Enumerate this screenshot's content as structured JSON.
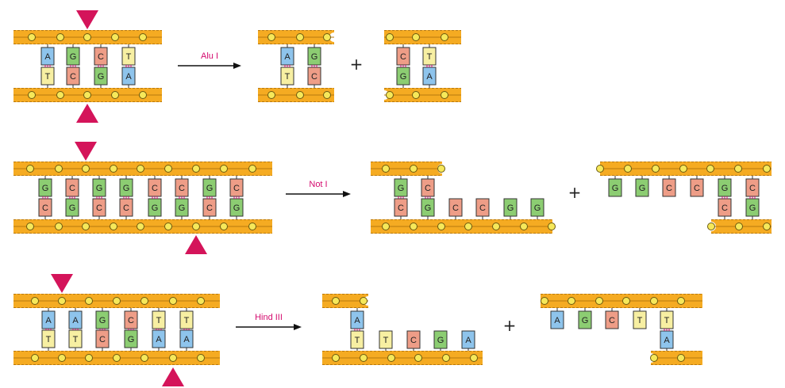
{
  "colors": {
    "backbone": "#f5ab22",
    "backbone_stroke": "#b8780e",
    "phosphate": "#f6e85a",
    "hbond": "#d40a6e",
    "marker": "#d4145a",
    "arrow": "#111111",
    "A": "#8ec4ec",
    "T": "#f7efa2",
    "G": "#8ccd72",
    "C": "#ee9d87"
  },
  "icons": {
    "cut_marker": "triangle-marker-icon",
    "reaction_arrow": "right-arrow-icon"
  },
  "plus": "+",
  "reactions": [
    {
      "enzyme": "Alu I",
      "top_strand": [
        "A",
        "G",
        "C",
        "T"
      ],
      "bottom_strand": [
        "T",
        "C",
        "G",
        "A"
      ],
      "products": [
        {
          "top": [
            "A",
            "G"
          ],
          "bottom": [
            "T",
            "C"
          ]
        },
        {
          "top": [
            "C",
            "T"
          ],
          "bottom": [
            "G",
            "A"
          ]
        }
      ]
    },
    {
      "enzyme": "Not I",
      "top_strand": [
        "G",
        "C",
        "G",
        "G",
        "C",
        "C",
        "G",
        "C"
      ],
      "bottom_strand": [
        "C",
        "G",
        "C",
        "C",
        "G",
        "G",
        "C",
        "G"
      ],
      "products": [
        {
          "top": [
            "G",
            "C"
          ],
          "bottom": [
            "C",
            "G",
            "C",
            "C",
            "G",
            "G"
          ]
        },
        {
          "top": [
            "G",
            "G",
            "C",
            "C",
            "G",
            "C"
          ],
          "bottom": [
            "C",
            "G"
          ]
        }
      ]
    },
    {
      "enzyme": "Hind III",
      "top_strand": [
        "A",
        "A",
        "G",
        "C",
        "T",
        "T"
      ],
      "bottom_strand": [
        "T",
        "T",
        "C",
        "G",
        "A",
        "A"
      ],
      "products": [
        {
          "top": [
            "A"
          ],
          "bottom": [
            "T",
            "T",
            "C",
            "G",
            "A"
          ]
        },
        {
          "top": [
            "A",
            "G",
            "C",
            "T",
            "T"
          ],
          "bottom": [
            "A"
          ]
        }
      ]
    }
  ]
}
